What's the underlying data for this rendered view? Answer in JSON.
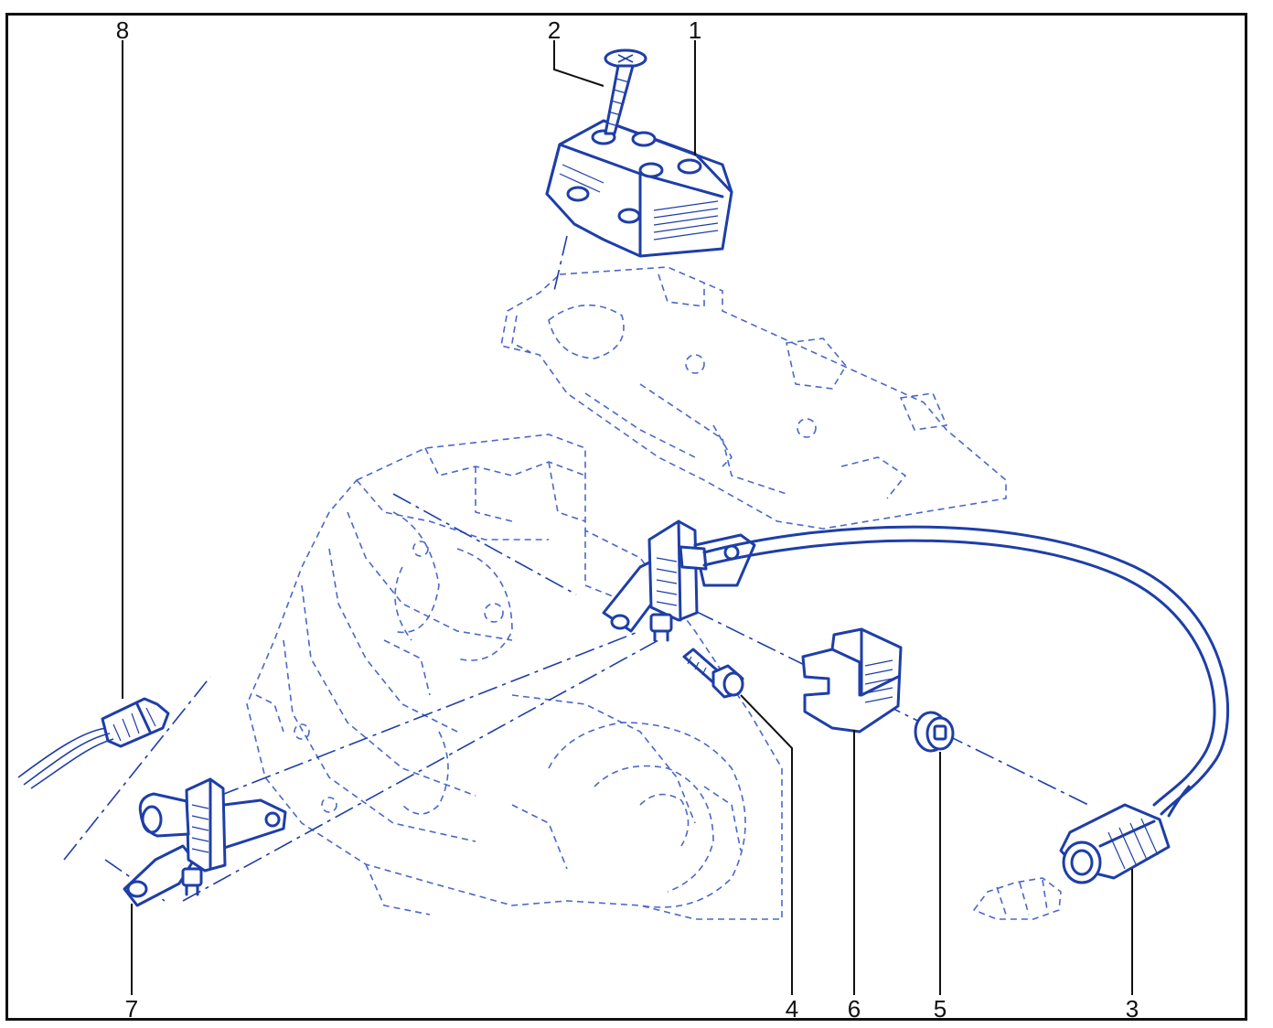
{
  "callouts": [
    {
      "id": "1",
      "label": "1"
    },
    {
      "id": "2",
      "label": "2"
    },
    {
      "id": "3",
      "label": "3"
    },
    {
      "id": "4",
      "label": "4"
    },
    {
      "id": "5",
      "label": "5"
    },
    {
      "id": "6",
      "label": "6"
    },
    {
      "id": "7",
      "label": "7"
    },
    {
      "id": "8",
      "label": "8"
    }
  ],
  "colors": {
    "line": "#1e3ea8",
    "ghost": "#4a68c8",
    "frame": "#111111",
    "background": "#ffffff"
  }
}
